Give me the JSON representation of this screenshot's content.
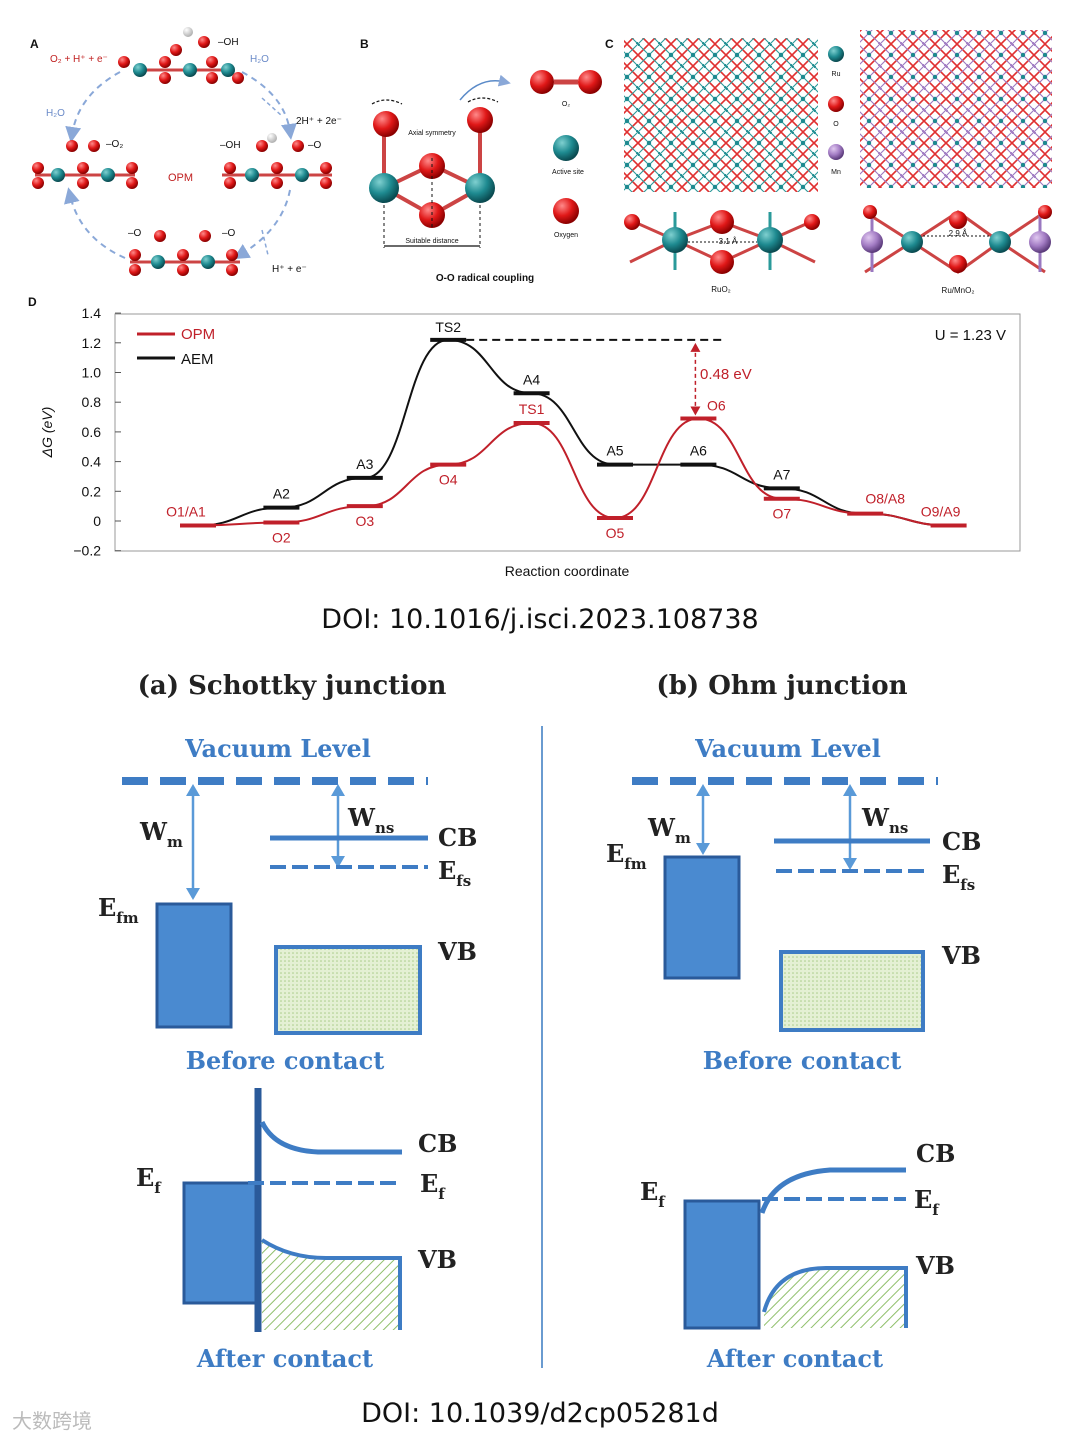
{
  "top_figure": {
    "panel_a": {
      "letter": "A",
      "center_label": "OPM",
      "labels": {
        "o2_release": "O₂ + H⁺ + e⁻",
        "oh_top": "–OH",
        "h2o_left": "H₂O",
        "h2o_right": "H₂O",
        "two_h": "2H⁺ + 2e⁻",
        "o2_left": "–O₂",
        "oh_right": "–OH",
        "o_right": "–O",
        "o_bottom_left": "–O",
        "o_bottom_right": "–O",
        "h_plus": "H⁺ + e⁻"
      }
    },
    "panel_b": {
      "letter": "B",
      "axial": "Axial symmetry",
      "distance": "Suitable distance",
      "caption": "O-O radical coupling",
      "legend": [
        "O₂",
        "Active site",
        "Oxygen"
      ]
    },
    "panel_c": {
      "letter": "C",
      "legend": [
        "Ru",
        "O",
        "Mn"
      ],
      "dist_ruo2": "3.1 Å",
      "dist_rumno2": "2.9 Å",
      "caption_left": "RuO₂",
      "caption_right": "Ru/MnO₂"
    },
    "panel_d": {
      "letter": "D",
      "potential": "U = 1.23 V",
      "barrier_label": "0.48 eV"
    }
  },
  "chart_data": {
    "type": "line",
    "title": "",
    "xlabel": "Reaction coordinate",
    "ylabel": "ΔG (eV)",
    "ylim": [
      -0.2,
      1.4
    ],
    "yticks": [
      "1.4",
      "1.2",
      "1.0",
      "0.8",
      "0.6",
      "0.4",
      "0.2",
      "0",
      "−0.2"
    ],
    "grid": false,
    "legend_position": "top-left",
    "series": [
      {
        "name": "OPM",
        "color": "#c0202a",
        "points": [
          {
            "label": "O1/A1",
            "x": 0,
            "y": -0.03
          },
          {
            "label": "O2",
            "x": 1,
            "y": -0.01
          },
          {
            "label": "O3",
            "x": 2,
            "y": 0.1
          },
          {
            "label": "O4",
            "x": 3,
            "y": 0.38
          },
          {
            "label": "TS1",
            "x": 4,
            "y": 0.66
          },
          {
            "label": "O5",
            "x": 5,
            "y": 0.02
          },
          {
            "label": "O6",
            "x": 6,
            "y": 0.69
          },
          {
            "label": "O7",
            "x": 7,
            "y": 0.15
          },
          {
            "label": "O8/A8",
            "x": 8,
            "y": 0.05
          },
          {
            "label": "O9/A9",
            "x": 9,
            "y": -0.03
          }
        ]
      },
      {
        "name": "AEM",
        "color": "#111111",
        "points": [
          {
            "label": "O1/A1",
            "x": 0,
            "y": -0.03
          },
          {
            "label": "A2",
            "x": 1,
            "y": 0.09
          },
          {
            "label": "A3",
            "x": 2,
            "y": 0.29
          },
          {
            "label": "TS2",
            "x": 3,
            "y": 1.22
          },
          {
            "label": "A4",
            "x": 4,
            "y": 0.86
          },
          {
            "label": "A5",
            "x": 5,
            "y": 0.38
          },
          {
            "label": "A6",
            "x": 6,
            "y": 0.38
          },
          {
            "label": "A7",
            "x": 7,
            "y": 0.22
          },
          {
            "label": "O8/A8",
            "x": 8,
            "y": 0.05
          },
          {
            "label": "O9/A9",
            "x": 9,
            "y": -0.03
          }
        ]
      }
    ]
  },
  "doi_top": "DOI: 10.1016/j.isci.2023.108738",
  "bottom_figure": {
    "left": {
      "title": "(a) Schottky junction",
      "vacuum": "Vacuum Level",
      "before": "Before contact",
      "after": "After contact"
    },
    "right": {
      "title": "(b) Ohm junction",
      "vacuum": "Vacuum Level",
      "before": "Before contact",
      "after": "After contact"
    },
    "labels": {
      "wm_main": "W",
      "wm_sub": "m",
      "wns_main": "W",
      "wns_sub": "ns",
      "efm_main": "E",
      "efm_sub": "fm",
      "efs_main": "E",
      "efs_sub": "fs",
      "ef_main": "E",
      "ef_sub": "f",
      "cb": "CB",
      "vb": "VB"
    }
  },
  "doi_bottom": "DOI: 10.1039/d2cp05281d",
  "watermark": "大数跨境"
}
